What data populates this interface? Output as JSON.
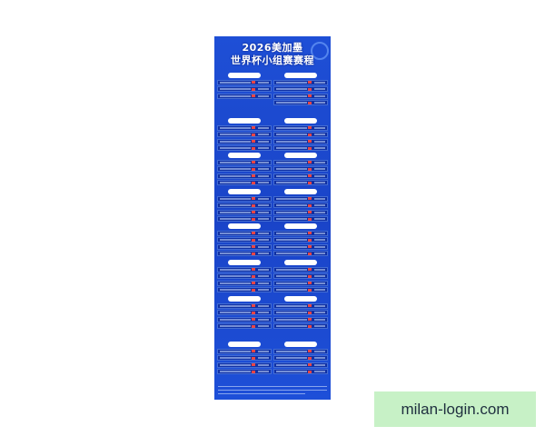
{
  "poster": {
    "title_line1": "2026美加墨",
    "title_line2": "世界杯小组赛赛程"
  },
  "watermark": {
    "text": "milan-login.com"
  }
}
